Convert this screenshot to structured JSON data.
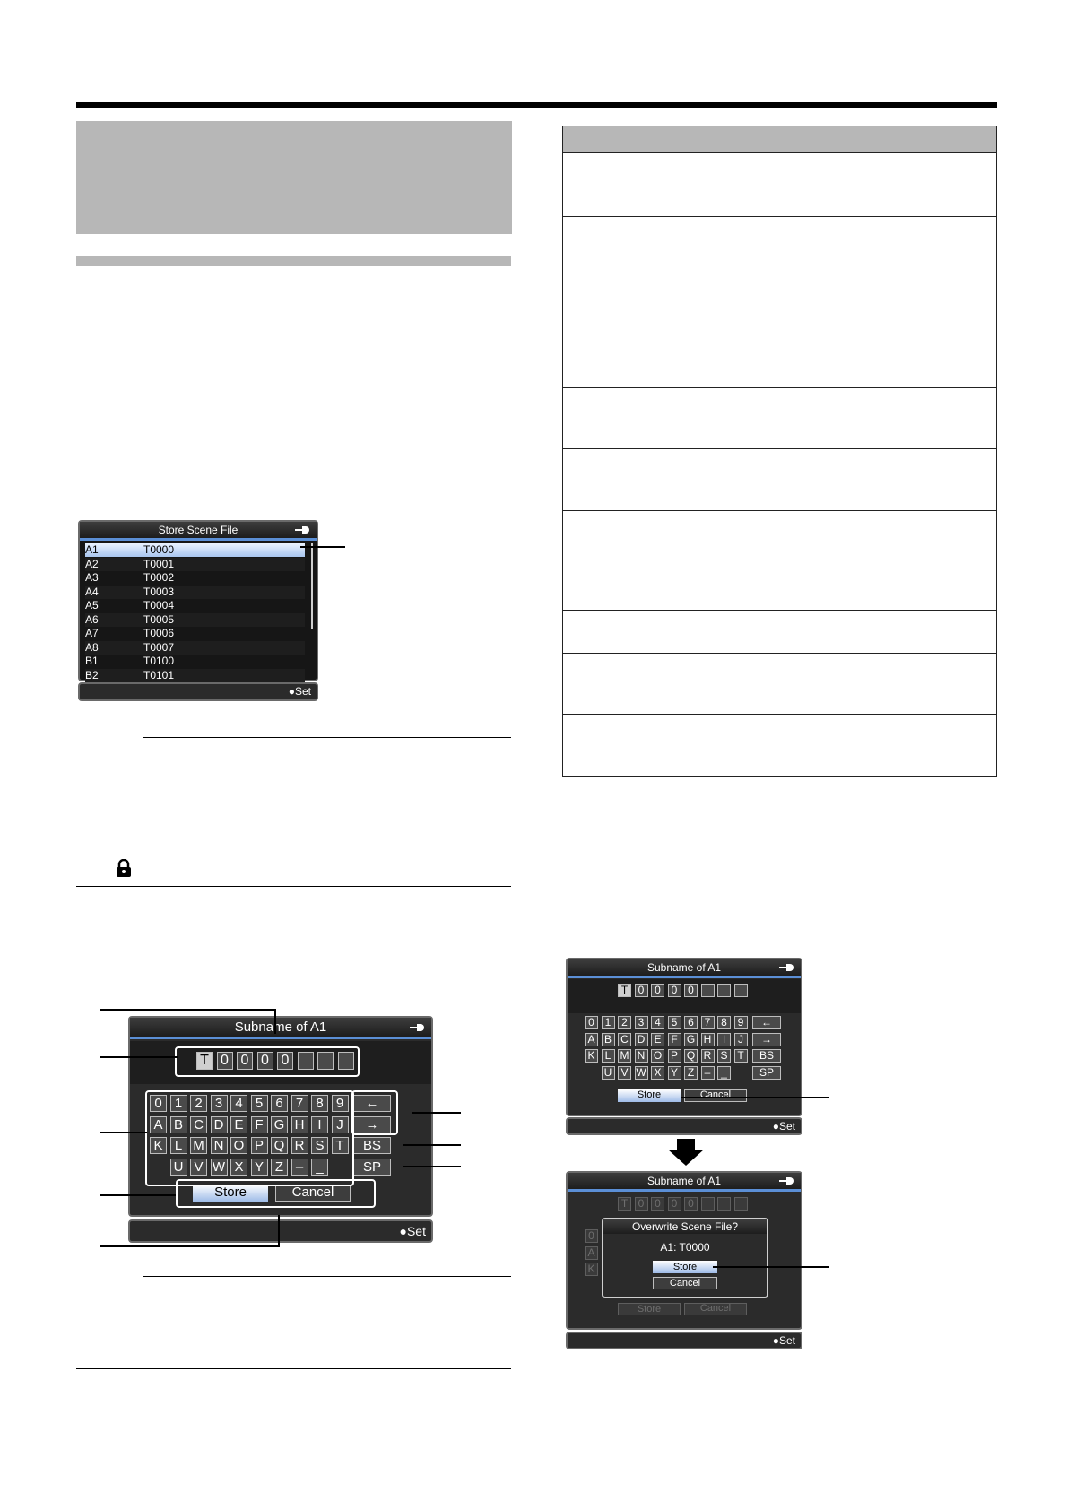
{
  "store_list_screen": {
    "title": "Store Scene File",
    "rows": [
      {
        "slot": "A1",
        "name": "T0000"
      },
      {
        "slot": "A2",
        "name": "T0001"
      },
      {
        "slot": "A3",
        "name": "T0002"
      },
      {
        "slot": "A4",
        "name": "T0003"
      },
      {
        "slot": "A5",
        "name": "T0004"
      },
      {
        "slot": "A6",
        "name": "T0005"
      },
      {
        "slot": "A7",
        "name": "T0006"
      },
      {
        "slot": "A8",
        "name": "T0007"
      },
      {
        "slot": "B1",
        "name": "T0100"
      },
      {
        "slot": "B2",
        "name": "T0101"
      }
    ],
    "set_label": "●Set"
  },
  "keyboard": {
    "title": "Subname of A1",
    "name_chars": [
      "T",
      "0",
      "0",
      "0",
      "0",
      "",
      "",
      ""
    ],
    "row1": [
      "0",
      "1",
      "2",
      "3",
      "4",
      "5",
      "6",
      "7",
      "8",
      "9"
    ],
    "row2": [
      "A",
      "B",
      "C",
      "D",
      "E",
      "F",
      "G",
      "H",
      "I",
      "J"
    ],
    "row3": [
      "K",
      "L",
      "M",
      "N",
      "O",
      "P",
      "Q",
      "R",
      "S",
      "T"
    ],
    "row4": [
      "U",
      "V",
      "W",
      "X",
      "Y",
      "Z",
      "–",
      "_"
    ],
    "arrow_left": "←",
    "arrow_right": "→",
    "bs": "BS",
    "sp": "SP",
    "store": "Store",
    "cancel": "Cancel",
    "set_label": "●Set"
  },
  "confirm_dialog": {
    "title": "Overwrite Scene File?",
    "item": "A1: T0000",
    "store": "Store",
    "cancel": "Cancel"
  },
  "icons": {
    "lock": "lock-icon",
    "down_arrow": "down-arrow-icon",
    "power": "power-plug-icon"
  }
}
